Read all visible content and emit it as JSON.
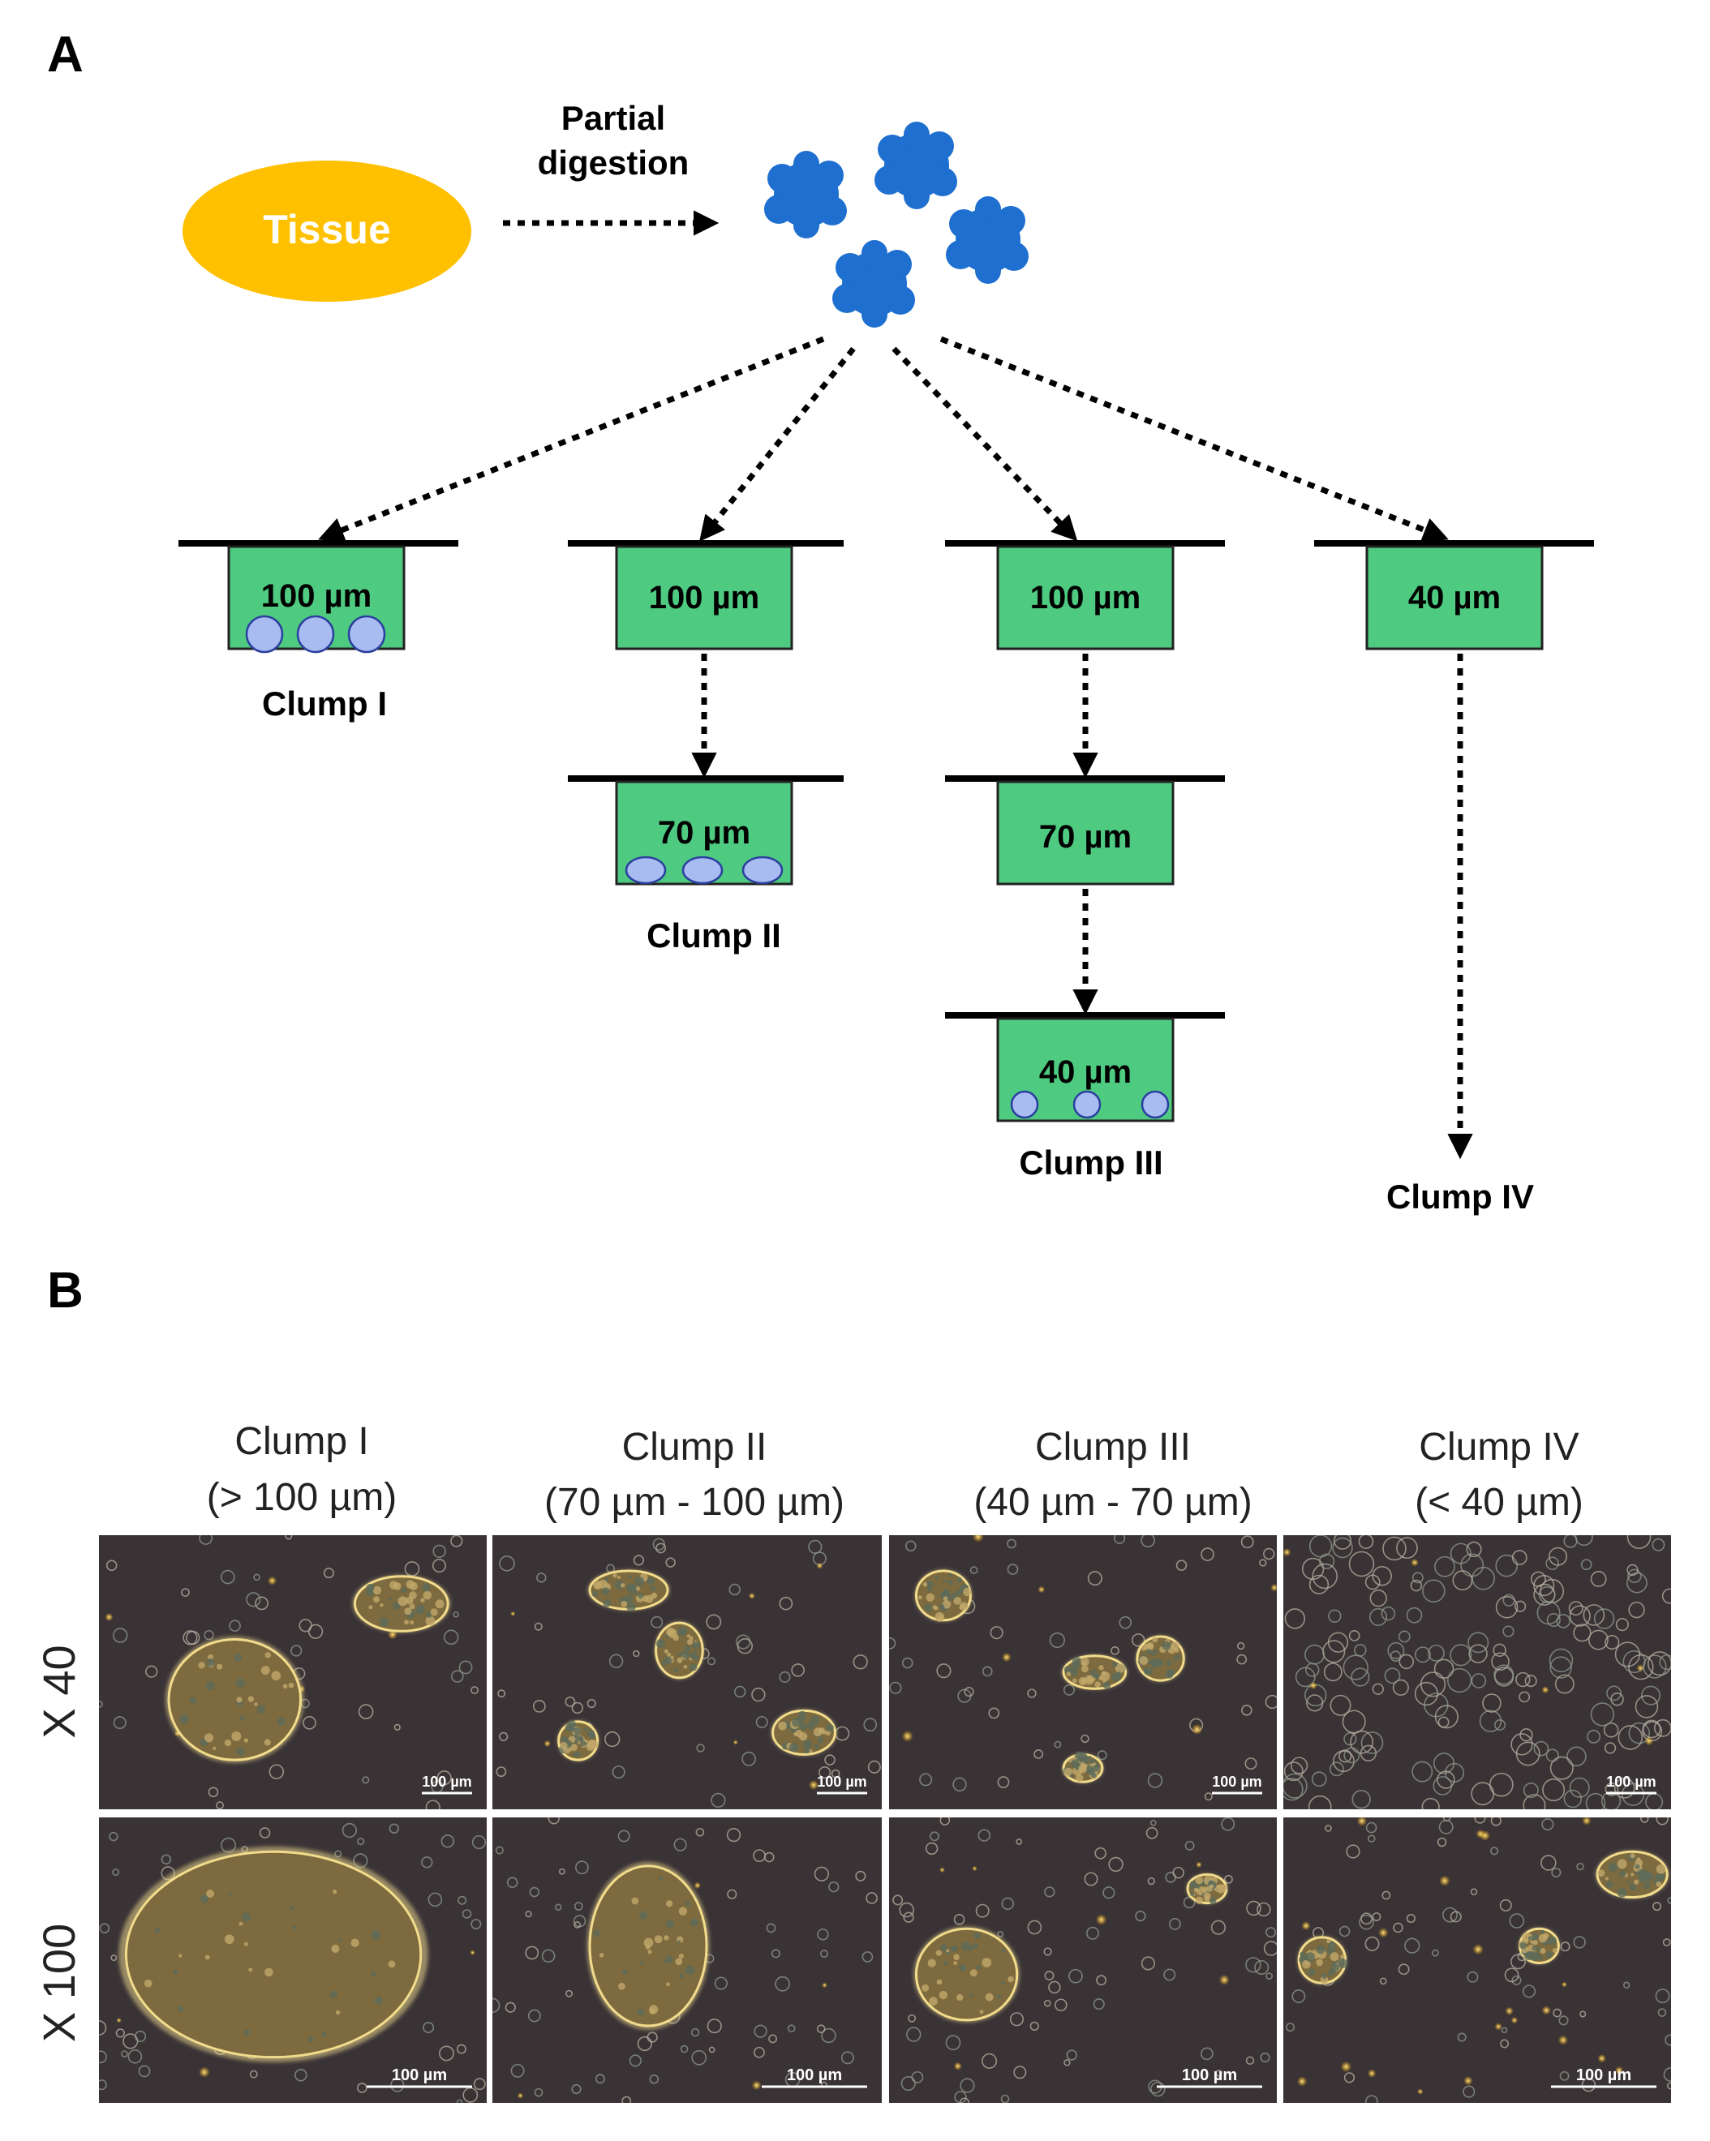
{
  "panel_a": {
    "label": "A",
    "tissue_label": "Tissue",
    "digestion_label_line1": "Partial",
    "digestion_label_line2": "digestion",
    "filters": {
      "col1": [
        "100 µm"
      ],
      "col2": [
        "100 µm",
        "70 µm"
      ],
      "col3": [
        "100 µm",
        "70 µm",
        "40 µm"
      ],
      "col4": [
        "40 µm"
      ]
    },
    "clumps": [
      "Clump I",
      "Clump II",
      "Clump III",
      "Clump IV"
    ],
    "colors": {
      "tissue": "#FFC000",
      "clumps": "#1E6FD0",
      "filter": "#4ECB81",
      "cell": "#A9BCF2"
    }
  },
  "panel_b": {
    "label": "B",
    "columns": [
      {
        "title": "Clump I",
        "range": "(> 100 µm)"
      },
      {
        "title": "Clump II",
        "range": "(70 µm -  100 µm)"
      },
      {
        "title": "Clump III",
        "range": "(40 µm - 70 µm)"
      },
      {
        "title": "Clump IV",
        "range": "(< 40 µm)"
      }
    ],
    "rows": [
      "X 40",
      "X 100"
    ],
    "scale_bar": "100 µm"
  }
}
